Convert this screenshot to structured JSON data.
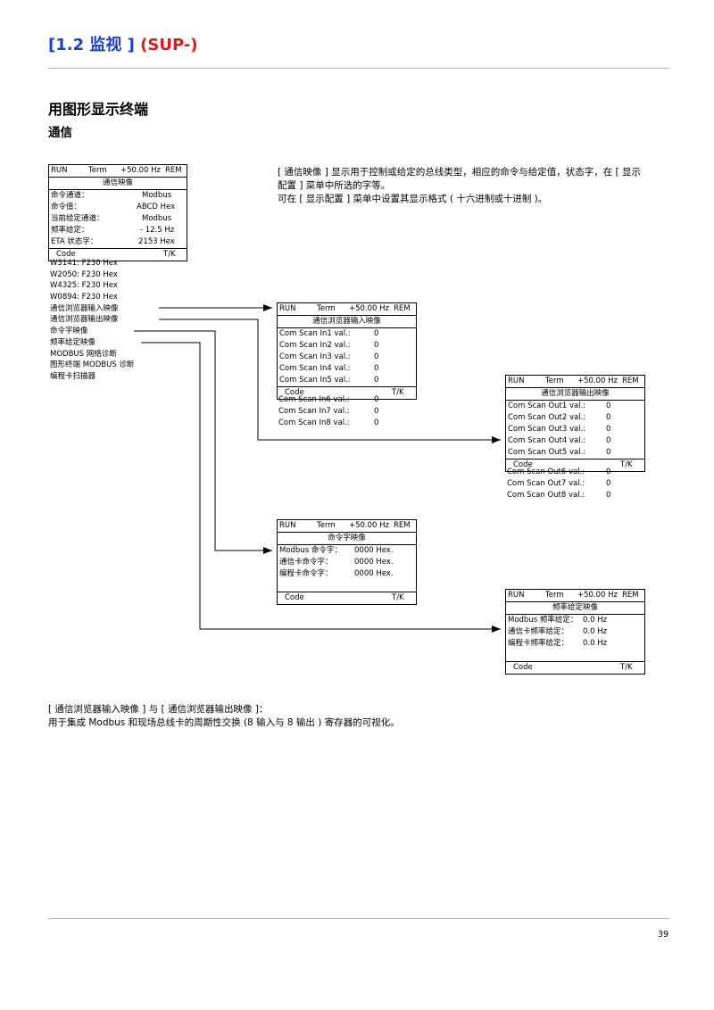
{
  "header": {
    "section_no": "[1.2 监视 ]",
    "section_code": "(SUP-)"
  },
  "heading": "用图形显示终端",
  "subheading": "通信",
  "description": [
    "[ 通信映像 ] 显示用于控制或给定的总线类型，相应的命令与给定值，状态字，在 [ 显示",
    "配置 ] 菜单中所选的字等。",
    "可在 [ 显示配置 ] 菜单中设置其显示格式 ( 十六进制或十进制 )。"
  ],
  "status_bar": {
    "run": "RUN",
    "term": "Term",
    "freq": "+50.00 Hz",
    "rem": "REM"
  },
  "footer_bar": {
    "code": "Code",
    "tk": "T/K"
  },
  "main_screen": {
    "title": "通信映像",
    "rows": [
      {
        "label": "命令通道：",
        "value": "Modbus"
      },
      {
        "label": "命令值：",
        "value": "ABCD Hex"
      },
      {
        "label": "当前给定通道：",
        "value": "Modbus"
      },
      {
        "label": "频率给定：",
        "value": "- 12.5 Hz"
      },
      {
        "label": "ETA 状态字：",
        "value": "2153 Hex"
      }
    ]
  },
  "menu_items": [
    "W3141: F230 Hex",
    "W2050: F230 Hex",
    "W4325: F230 Hex",
    "W0894: F230 Hex",
    "通信浏览器输入映像",
    "通信浏览器输出映像",
    "命令字映像",
    "频率给定映像",
    "MODBUS 网络诊断",
    "图形终端 MODBUS 诊断",
    "编程卡扫描器"
  ],
  "com_scan_input": {
    "title": "通信浏览器输入映像",
    "rows": [
      {
        "label": "Com Scan In1 val.:",
        "value": "0"
      },
      {
        "label": "Com Scan In2 val.:",
        "value": "0"
      },
      {
        "label": "Com Scan In3 val.:",
        "value": "0"
      },
      {
        "label": "Com Scan In4 val.:",
        "value": "0"
      },
      {
        "label": "Com Scan In5 val.:",
        "value": "0"
      }
    ],
    "extra_rows": [
      {
        "label": "Com Scan In6 val.:",
        "value": "0"
      },
      {
        "label": "Com Scan In7 val.:",
        "value": "0"
      },
      {
        "label": "Com Scan In8 val.:",
        "value": "0"
      }
    ]
  },
  "com_scan_output": {
    "title": "通信浏览器输出映像",
    "rows": [
      {
        "label": "Com Scan Out1 val.:",
        "value": "0"
      },
      {
        "label": "Com Scan Out2 val.:",
        "value": "0"
      },
      {
        "label": "Com Scan Out3 val.:",
        "value": "0"
      },
      {
        "label": "Com Scan Out4 val.:",
        "value": "0"
      },
      {
        "label": "Com Scan Out5 val.:",
        "value": "0"
      }
    ],
    "extra_rows": [
      {
        "label": "Com Scan Out6 val.:",
        "value": "0"
      },
      {
        "label": "Com Scan Out7 val.:",
        "value": "0"
      },
      {
        "label": "Com Scan Out8 val.:",
        "value": "0"
      }
    ]
  },
  "command_word": {
    "title": "命令字映像",
    "rows": [
      {
        "label": "Modbus 命令字：",
        "value": "0000 Hex."
      },
      {
        "label": "通信卡命令字：",
        "value": "0000 Hex."
      },
      {
        "label": "编程卡命令字：",
        "value": "0000 Hex."
      }
    ]
  },
  "freq_ref": {
    "title": "频率给定映像",
    "rows": [
      {
        "label": "Modbus 频率给定：",
        "value": "0.0 Hz"
      },
      {
        "label": "通信卡频率给定：",
        "value": "0.0 Hz"
      },
      {
        "label": "编程卡频率给定：",
        "value": "0.0 Hz"
      }
    ]
  },
  "bottom_note": [
    "[ 通信浏览器输入映像 ] 与 [ 通信浏览器输出映像 ]：",
    "用于集成 Modbus 和现场总线卡的周期性交换 (8 输入与 8 输出 ) 寄存器的可视化。"
  ],
  "page_number": "39"
}
